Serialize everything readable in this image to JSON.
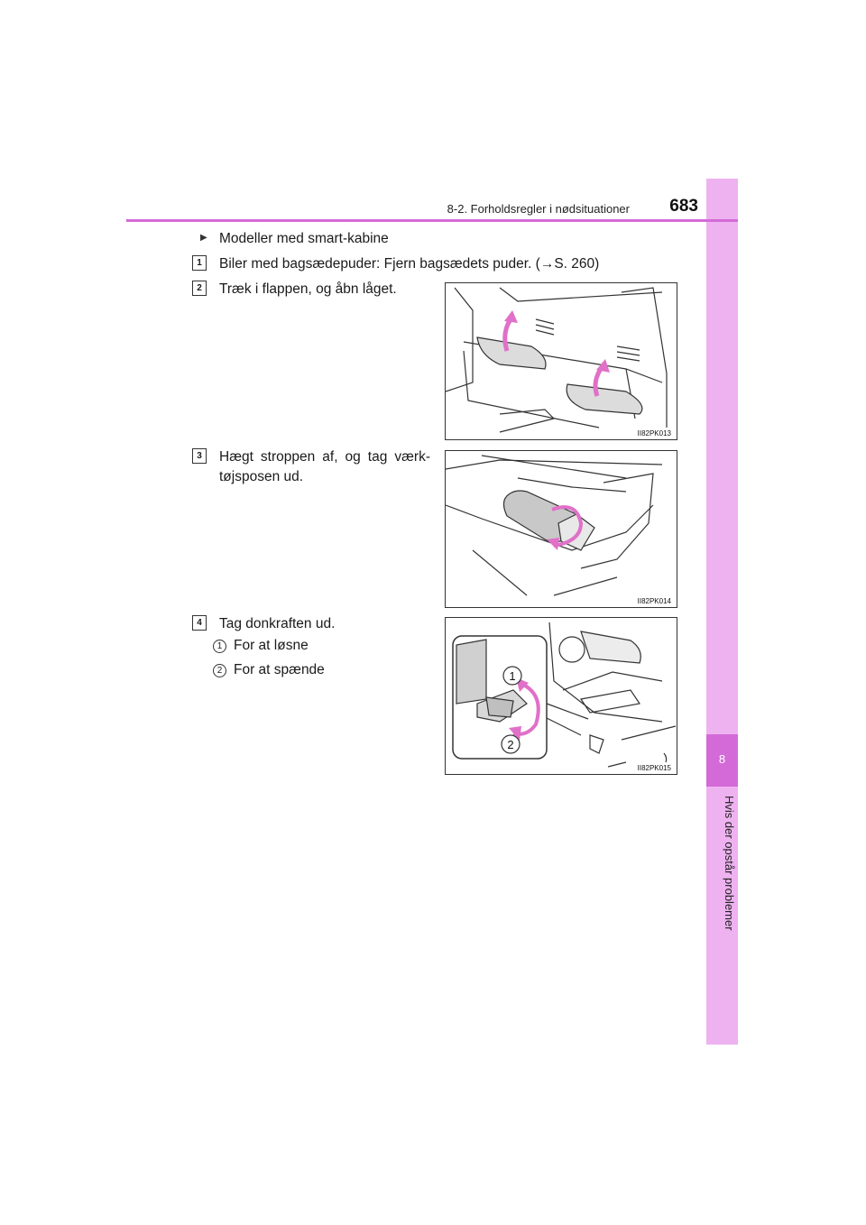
{
  "header": {
    "section": "8-2. Forholdsregler i nødsituationer",
    "page": "683"
  },
  "side_tab": {
    "number": "8",
    "label": "Hvis der opstår problemer"
  },
  "intro": "Modeller med smart-kabine",
  "steps": [
    {
      "num": "1",
      "text": "Biler med bagsædepuder: Fjern bagsædets puder. (→S. 260)"
    },
    {
      "num": "2",
      "text": "Træk i flappen, og åbn låget."
    },
    {
      "num": "3",
      "line1": "Hægt stroppen af, og tag værk-",
      "line2": "tøjsposen ud."
    },
    {
      "num": "4",
      "text": "Tag donkraften ud."
    }
  ],
  "sub_items": [
    {
      "num": "1",
      "text": "For at løsne"
    },
    {
      "num": "2",
      "text": "For at spænde"
    }
  ],
  "figures": [
    {
      "code": "II82PK013"
    },
    {
      "code": "II82PK014"
    },
    {
      "code": "II82PK015",
      "labels": [
        "1",
        "2"
      ]
    }
  ],
  "colors": {
    "accent": "#d46ad8",
    "tab": "#eeb2f0",
    "arrow": "#e070c8"
  }
}
